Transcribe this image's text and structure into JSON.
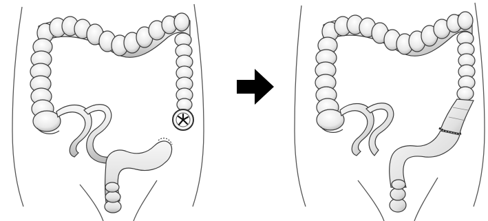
{
  "figure": {
    "panels": [
      {
        "id": "before",
        "state": "before-surgery",
        "features": [
          "colon",
          "stoma",
          "rectal-stump"
        ]
      },
      {
        "id": "after",
        "state": "after-reversal",
        "features": [
          "colon",
          "anastomosis",
          "rectum"
        ]
      }
    ],
    "connector": {
      "icon": "right-arrow-icon",
      "direction": "right"
    },
    "colors": {
      "outline": "#3a3a3a",
      "fill": "#efefef",
      "shade": "#c8c8c8",
      "background": "#ffffff",
      "arrow": "#000000"
    }
  }
}
